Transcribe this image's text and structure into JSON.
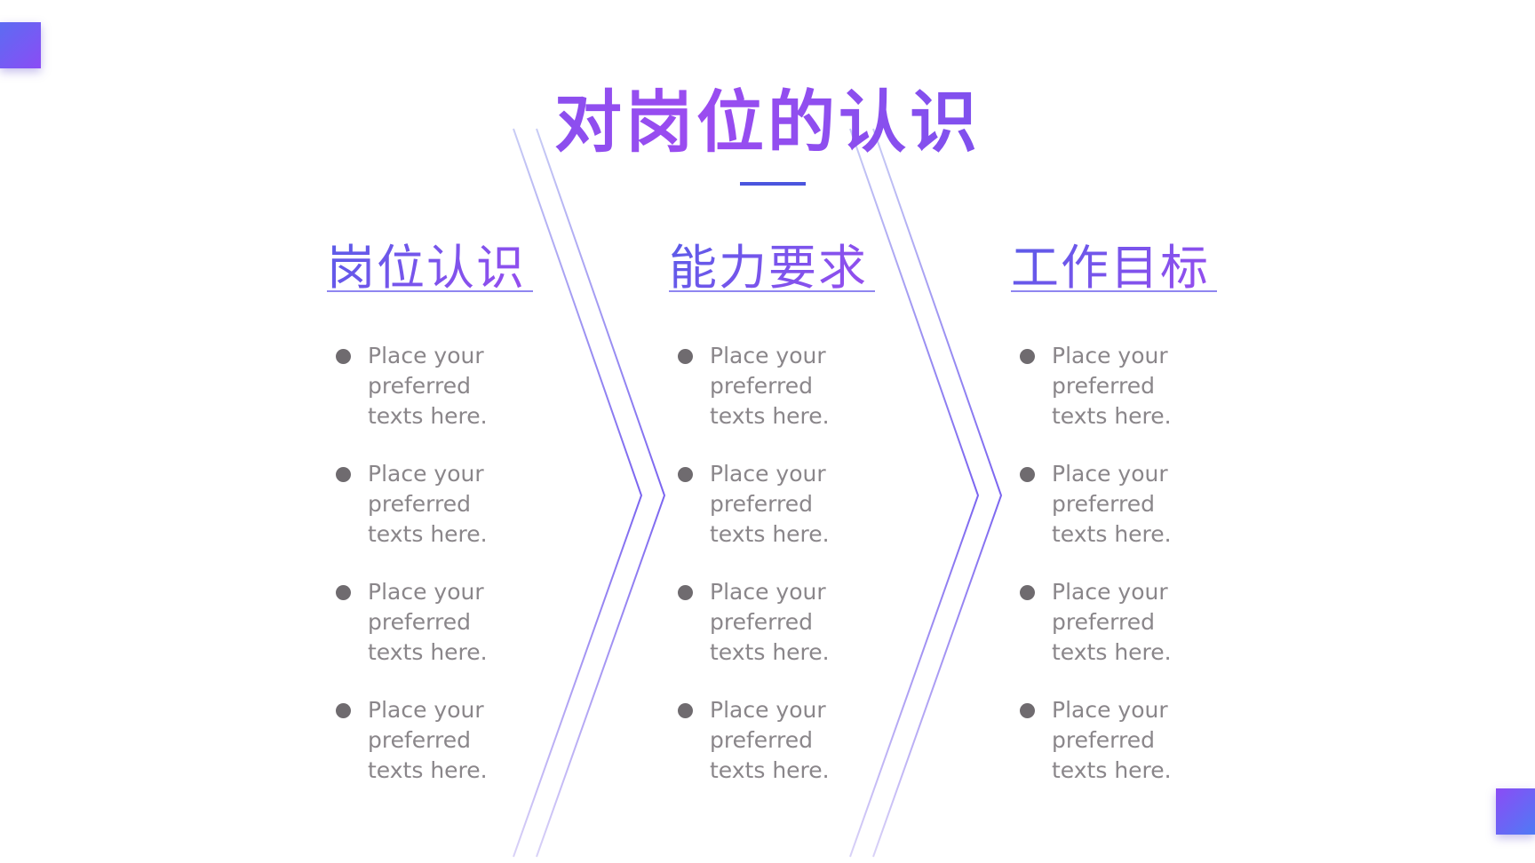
{
  "slide": {
    "title": "对岗位的认识",
    "colors": {
      "accent_blue": "#4a58e8",
      "accent_purple": "#9b4cf0",
      "bullet_dot": "#6f6b6f",
      "bullet_text": "#8a868a"
    },
    "columns": [
      {
        "heading": "岗位认识",
        "items": [
          "Place your preferred texts here.",
          "Place your preferred texts here.",
          "Place your preferred texts here.",
          "Place your preferred texts here."
        ]
      },
      {
        "heading": "能力要求",
        "items": [
          "Place your preferred texts here.",
          "Place your preferred texts here.",
          "Place your preferred texts here.",
          "Place your preferred texts here."
        ]
      },
      {
        "heading": "工作目标",
        "items": [
          "Place your preferred texts here.",
          "Place your preferred texts here.",
          "Place your preferred texts here.",
          "Place your preferred texts here."
        ]
      }
    ]
  }
}
